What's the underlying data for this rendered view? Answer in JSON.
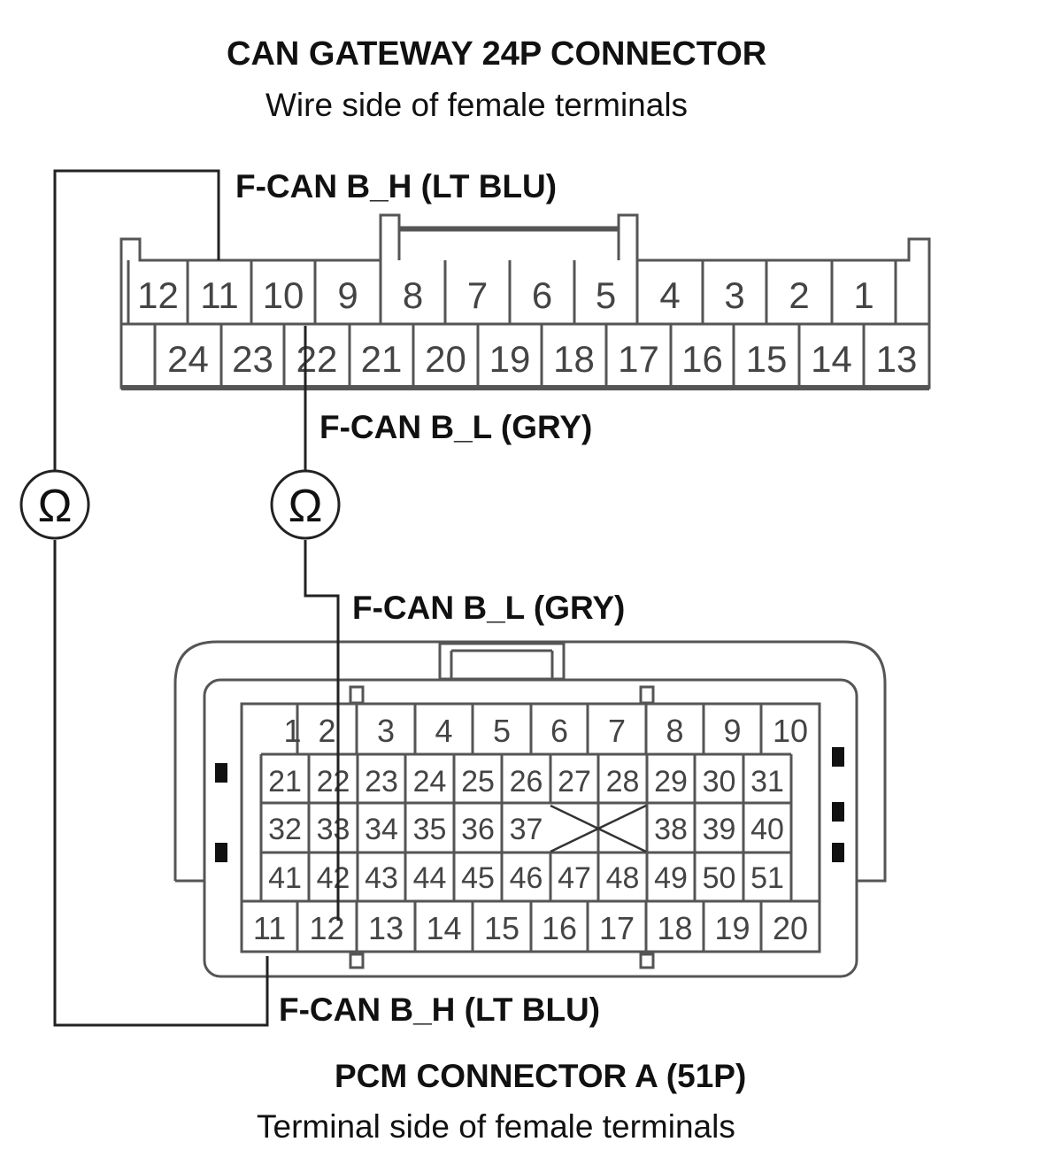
{
  "gateway": {
    "title": "CAN GATEWAY 24P CONNECTOR",
    "subtitle": "Wire side of female terminals",
    "top_row": [
      "12",
      "11",
      "10",
      "9",
      "8",
      "7",
      "6",
      "5",
      "4",
      "3",
      "2",
      "1"
    ],
    "bottom_row": [
      "24",
      "23",
      "22",
      "21",
      "20",
      "19",
      "18",
      "17",
      "16",
      "15",
      "14",
      "13"
    ]
  },
  "pcm": {
    "title": "PCM CONNECTOR A (51P)",
    "subtitle": "Terminal side of female terminals",
    "row1": [
      "1",
      "2",
      "3",
      "4",
      "5",
      "6",
      "7",
      "8",
      "9",
      "10"
    ],
    "row2": [
      "21",
      "22",
      "23",
      "24",
      "25",
      "26",
      "27",
      "28",
      "29",
      "30",
      "31"
    ],
    "row3_left": [
      "32",
      "33",
      "34",
      "35",
      "36",
      "37"
    ],
    "row3_right": [
      "38",
      "39",
      "40"
    ],
    "row4": [
      "41",
      "42",
      "43",
      "44",
      "45",
      "46",
      "47",
      "48",
      "49",
      "50",
      "51"
    ],
    "row5": [
      "11",
      "12",
      "13",
      "14",
      "15",
      "16",
      "17",
      "18",
      "19",
      "20"
    ]
  },
  "wires": {
    "gateway_h": "F-CAN B_H (LT BLU)",
    "gateway_l": "F-CAN B_L (GRY)",
    "pcm_l": "F-CAN B_L (GRY)",
    "pcm_h": "F-CAN B_H (LT BLU)"
  },
  "meters": {
    "symbol": "Ω"
  }
}
